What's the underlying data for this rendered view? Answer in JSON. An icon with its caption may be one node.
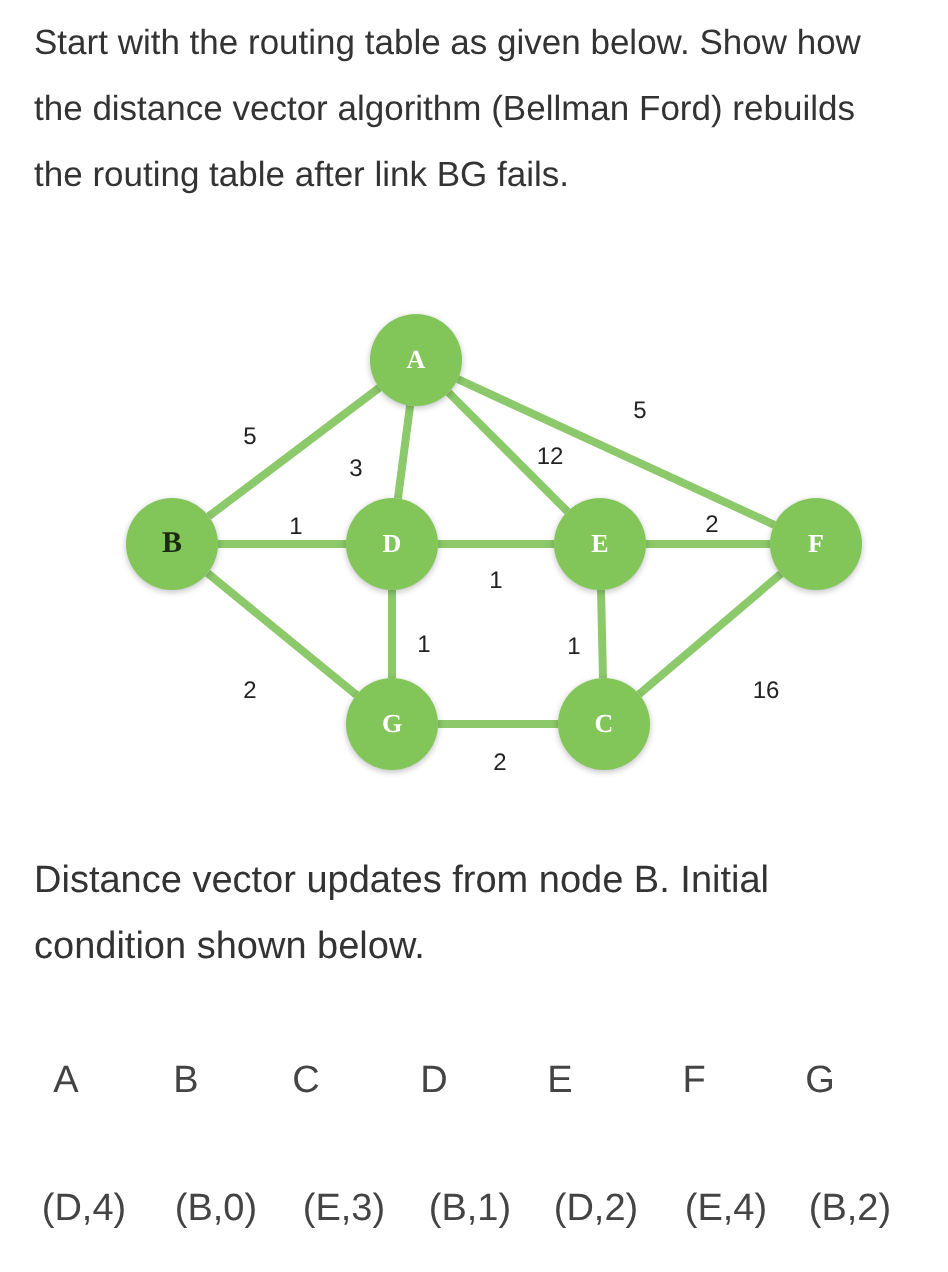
{
  "diagram": {
    "title": "Start with the routing table as given below. Show how the distance vector algorithm (Bellman Ford) rebuilds the routing table after link BG fails.",
    "nodes": [
      {
        "text": [
          "A"
        ]
      },
      {
        "text": [
          "B"
        ]
      },
      {
        "text": [
          "D"
        ]
      },
      {
        "text": [
          "E"
        ]
      },
      {
        "text": [
          "F"
        ]
      },
      {
        "text": [
          "G"
        ]
      },
      {
        "text": [
          "C"
        ]
      }
    ],
    "edges": [
      {
        "from": 1,
        "to": 0,
        "arrow": "none",
        "label": "5"
      },
      {
        "from": 0,
        "to": 2,
        "arrow": "none",
        "label": "3"
      },
      {
        "from": 0,
        "to": 3,
        "arrow": "none",
        "label": "12"
      },
      {
        "from": 0,
        "to": 4,
        "arrow": "none",
        "label": "5"
      },
      {
        "from": 1,
        "to": 2,
        "arrow": "none",
        "label": "1"
      },
      {
        "from": 2,
        "to": 3,
        "arrow": "none",
        "label": "1"
      },
      {
        "from": 3,
        "to": 4,
        "arrow": "none",
        "label": "2"
      },
      {
        "from": 1,
        "to": 5,
        "arrow": "none",
        "label": "2"
      },
      {
        "from": 2,
        "to": 5,
        "arrow": "none",
        "label": "1"
      },
      {
        "from": 3,
        "to": 6,
        "arrow": "none",
        "label": "1"
      },
      {
        "from": 4,
        "to": 6,
        "arrow": "none",
        "label": "16"
      },
      {
        "from": 5,
        "to": 6,
        "arrow": "none",
        "label": "2"
      }
    ],
    "labels": [
      "Distance vector updates from node B. Initial condition shown below.",
      "A",
      "B",
      "C",
      "D",
      "E",
      "F",
      "G",
      "(D,4)",
      "(B,0)",
      "(E,3)",
      "(B,1)",
      "(D,2)",
      "(E,4)",
      "(B,2)"
    ]
  }
}
